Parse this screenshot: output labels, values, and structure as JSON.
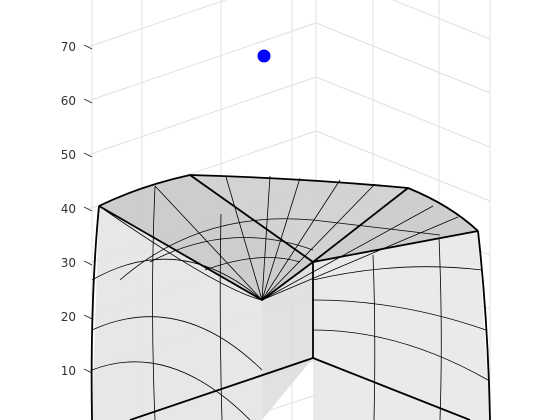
{
  "chart_data": {
    "type": "surface3d",
    "title": "",
    "xlabel": "",
    "ylabel": "",
    "zlabel": "",
    "zlim": [
      0,
      80
    ],
    "z_ticks": [
      "10",
      "20",
      "30",
      "40",
      "50",
      "60",
      "70"
    ],
    "grid": true,
    "legend": "none",
    "surface": {
      "description": "rectangular block with curved concave top face, corner cut away",
      "vertical_extent": [
        0,
        42
      ],
      "face_color": "#d9d9d9",
      "edge_color": "#000000",
      "face_alpha": 0.8
    },
    "points": [
      {
        "z": 70,
        "color": "#0000ff"
      }
    ]
  }
}
